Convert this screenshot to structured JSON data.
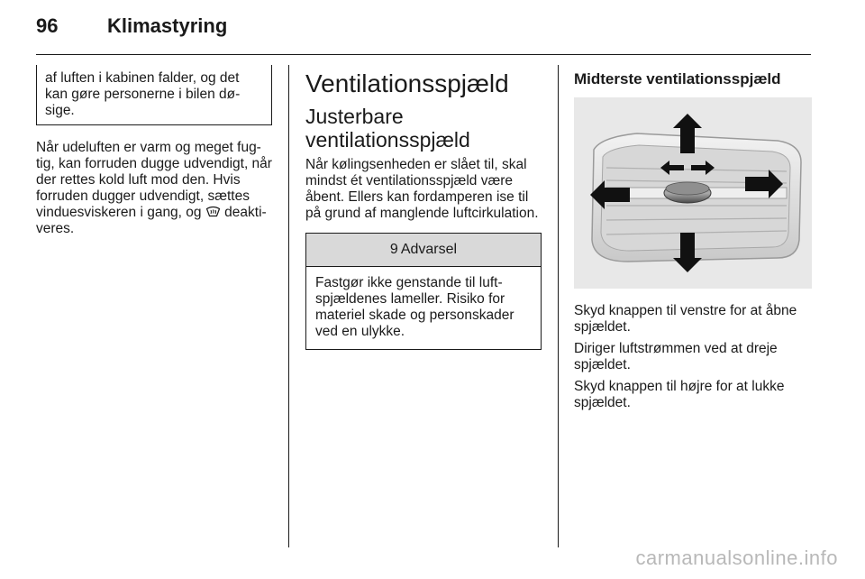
{
  "header": {
    "page_number": "96",
    "chapter_title": "Klimastyring"
  },
  "column1": {
    "boxed_note": "af luften i kabinen falder, og det kan gøre personerne i bilen dø-sige.",
    "paragraph_before_icon": "Når udeluften er varm og meget fug-tig, kan forruden dugge udvendigt, når der rettes kold luft mod den. Hvis forruden dugger udvendigt, sættes vinduesviskeren i gang, og",
    "paragraph_after_icon": " deakti-veres.",
    "inline_icon": "windshield-wiper-icon"
  },
  "column2": {
    "section_title": "Ventilationsspjæld",
    "subsection_title": "Justerbare ventilationsspjæld",
    "intro_text": "Når kølingsenheden er slået til, skal mindst ét ventilationsspjæld være åbent. Ellers kan fordamperen ise til på grund af manglende luftcirkulation.",
    "warning": {
      "icon": "warning-triangle-icon",
      "icon_glyph": "9",
      "title": "Advarsel",
      "text": "Fastgør ikke genstande til luft-spjældenes lameller. Risiko for materiel skade og personskader ved en ulykke."
    }
  },
  "column3": {
    "figure_title": "Midterste ventilationsspjæld",
    "paragraphs": [
      "Skyd knappen til venstre for at åbne spjældet.",
      "Diriger luftstrømmen ved at dreje spjældet.",
      "Skyd knappen til højre for at lukke spjældet."
    ]
  },
  "watermark": "carmanualsonline.info"
}
